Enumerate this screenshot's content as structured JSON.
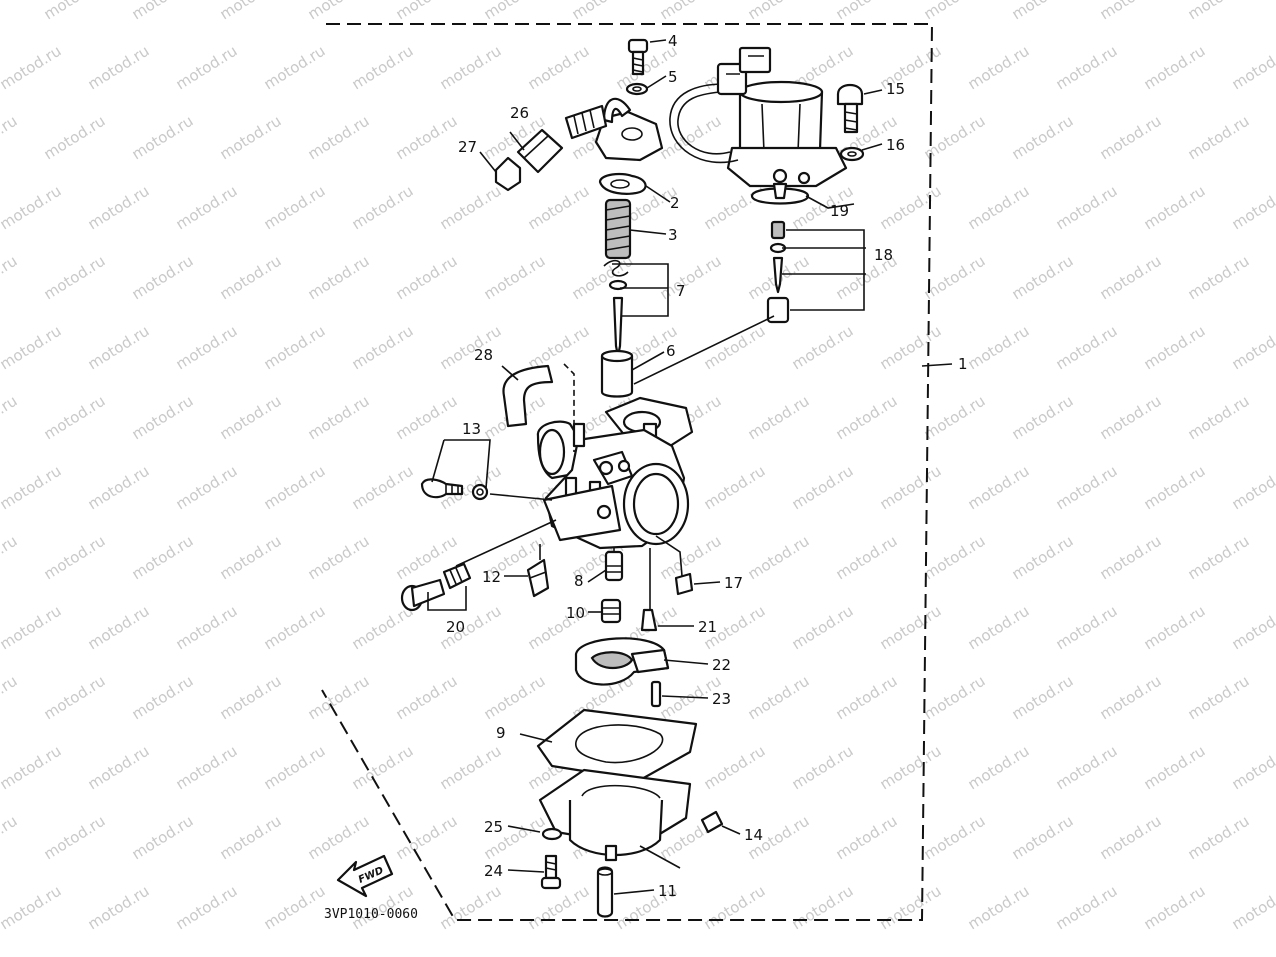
{
  "diagram": {
    "drawing_code": "3VP1010-0060",
    "direction_marker": "FWD",
    "watermark": "motod.ru",
    "callouts": [
      "1",
      "2",
      "3",
      "4",
      "5",
      "6",
      "7",
      "8",
      "9",
      "10",
      "11",
      "12",
      "13",
      "14",
      "15",
      "16",
      "17",
      "18",
      "19",
      "20",
      "21",
      "22",
      "23",
      "24",
      "25",
      "26",
      "27",
      "28"
    ],
    "colors": {
      "ink": "#111111",
      "background": "#ffffff",
      "watermark": "#c9c9c9"
    }
  }
}
